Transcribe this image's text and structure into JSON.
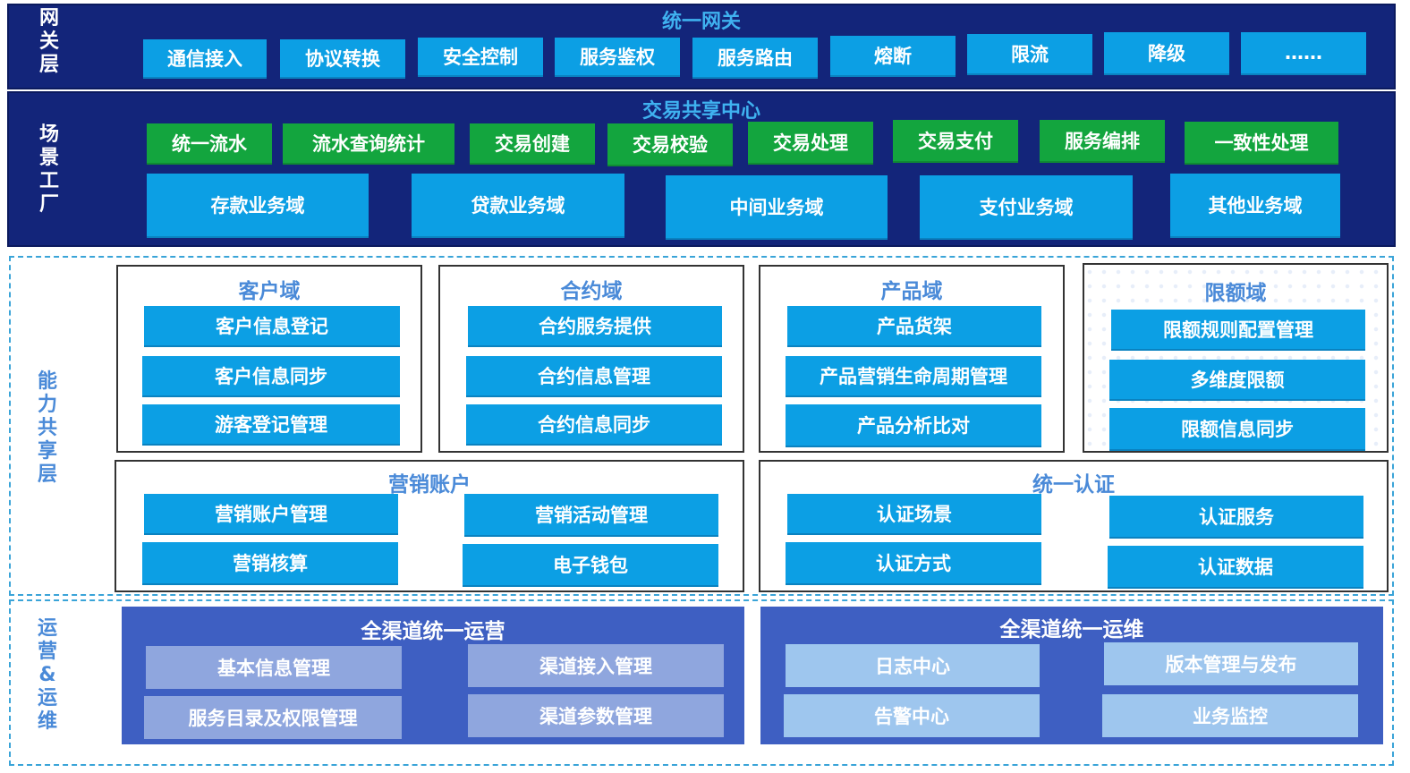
{
  "gateway": {
    "side_label": [
      "网",
      "关",
      "层"
    ],
    "title": "统一网关",
    "items": [
      "通信接入",
      "协议转换",
      "安全控制",
      "服务鉴权",
      "服务路由",
      "熔断",
      "限流",
      "降级",
      "……"
    ]
  },
  "scene": {
    "side_label": [
      "场",
      "景",
      "工",
      "厂"
    ],
    "title": "交易共享中心",
    "green_items": [
      "统一流水",
      "流水查询统计",
      "交易创建",
      "交易校验",
      "交易处理",
      "交易支付",
      "服务编排",
      "一致性处理"
    ],
    "domains": [
      "存款业务域",
      "贷款业务域",
      "中间业务域",
      "支付业务域",
      "其他业务域"
    ]
  },
  "capability": {
    "side_label": [
      "能",
      "力",
      "共",
      "享",
      "层"
    ],
    "customer": {
      "title": "客户域",
      "items": [
        "客户信息登记",
        "客户信息同步",
        "游客登记管理"
      ]
    },
    "contract": {
      "title": "合约域",
      "items": [
        "合约服务提供",
        "合约信息管理",
        "合约信息同步"
      ]
    },
    "product": {
      "title": "产品域",
      "items": [
        "产品货架",
        "产品营销生命周期管理",
        "产品分析比对"
      ]
    },
    "limit": {
      "title": "限额域",
      "items": [
        "限额规则配置管理",
        "多维度限额",
        "限额信息同步"
      ]
    },
    "marketing": {
      "title": "营销账户",
      "items": [
        "营销账户管理",
        "营销活动管理",
        "营销核算",
        "电子钱包"
      ]
    },
    "auth": {
      "title": "统一认证",
      "items": [
        "认证场景",
        "认证服务",
        "认证方式",
        "认证数据"
      ]
    }
  },
  "operations": {
    "side_label": [
      "运",
      "营",
      "&",
      "运",
      "维"
    ],
    "ops": {
      "title": "全渠道统一运营",
      "items": [
        "基本信息管理",
        "渠道接入管理",
        "服务目录及权限管理",
        "渠道参数管理"
      ]
    },
    "maint": {
      "title": "全渠道统一运维",
      "items": [
        "日志中心",
        "版本管理与发布",
        "告警中心",
        "业务监控"
      ]
    }
  },
  "colors": {
    "band": "#13257a",
    "title_blue": "#3fb2f0",
    "box_blue": "#0c9fe4",
    "box_green": "#13a53e",
    "label_blue": "#4a8ad8",
    "ops_band": "#3e5fc2",
    "ops_box": "#8fa6de",
    "maint_box": "#9ec6ee"
  }
}
